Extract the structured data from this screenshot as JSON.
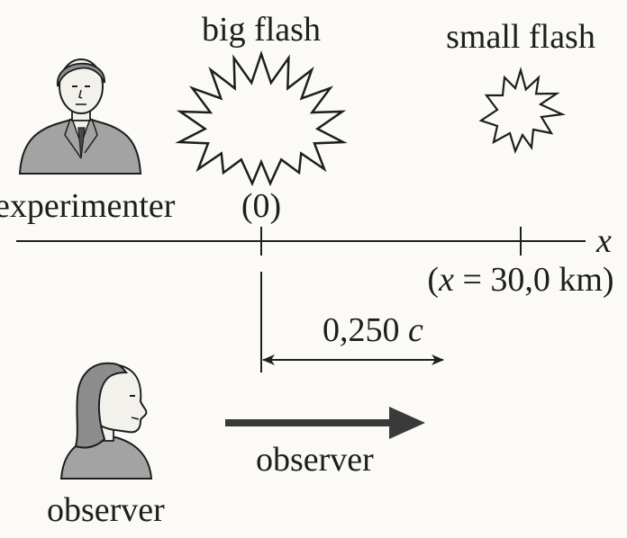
{
  "labels": {
    "big_flash": "big flash",
    "small_flash": "small flash",
    "experimenter": "experimenter",
    "origin": "(0)",
    "x_axis": "x",
    "position_prefix": "(",
    "position_var": "x",
    "position_rest": " = 30,0 km)",
    "speed_value": "0,250",
    "speed_unit": "c",
    "observer_arrow": "observer",
    "observer_person": "observer"
  },
  "colors": {
    "ink": "#1e1e1e",
    "background": "#fbfaf6",
    "figure_fill": "#9e9e9e",
    "figure_skin": "#f3f1ec",
    "arrow": "#3a3a3a"
  },
  "icons": {
    "experimenter": "man-in-suit-icon",
    "observer": "woman-profile-icon",
    "big_flash": "starburst-icon",
    "small_flash": "starburst-icon"
  }
}
